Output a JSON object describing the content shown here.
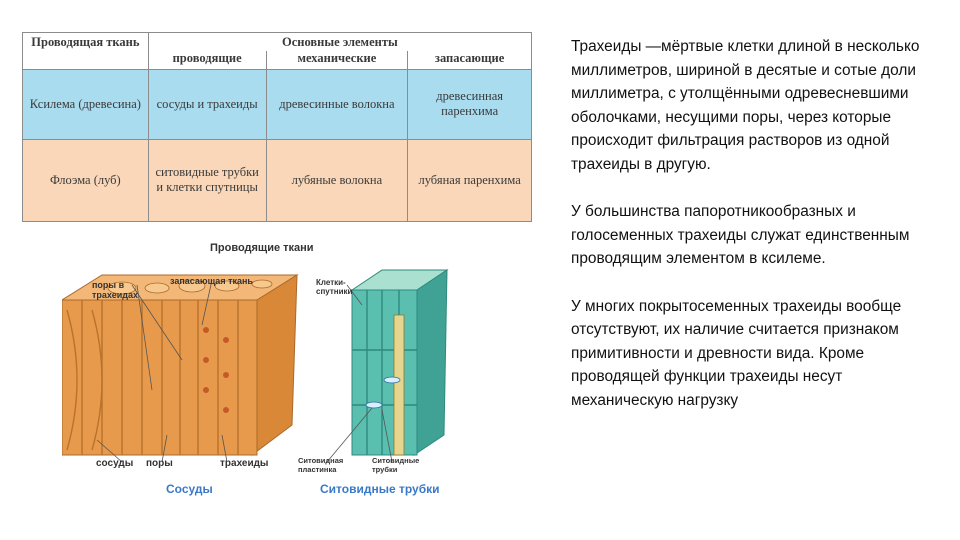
{
  "table": {
    "header": {
      "tissue": "Проводящая ткань",
      "group": "Основные элементы",
      "cols": [
        "проводящие",
        "механические",
        "запасающие"
      ]
    },
    "rows": [
      {
        "tissue": "Ксилема (древесина)",
        "conducting": "сосуды и трахеиды",
        "mechanical": "древесинные волокна",
        "storage": "древесинная паренхима"
      },
      {
        "tissue": "Флоэма (луб)",
        "conducting": "ситовидные трубки и клетки спутницы",
        "mechanical": "лубяные волокна",
        "storage": "лубяная паренхима"
      }
    ]
  },
  "figure": {
    "title": "Проводящие ткани",
    "labels": {
      "pores_tracheids": "поры в трахеидах",
      "storage_tissue": "запасающая ткань",
      "companion_cells": "Клетки-спутники",
      "vessels": "сосуды",
      "pores": "поры",
      "tracheids": "трахеиды",
      "sieve_plate": "Ситовидная пластинка",
      "sieve_tubes": "Ситовидные трубки"
    },
    "captions": {
      "left": "Сосуды",
      "right": "Ситовидные трубки"
    },
    "colors": {
      "xylem": "#e89a4c",
      "phloem": "#5bbfb0",
      "caption": "#3a79c8"
    }
  },
  "text": {
    "p1_term": "Трахеиды",
    "p1_rest": " —мёртвые клетки длиной в несколько миллиметров, шириной в десятые и сотые доли миллиметра, с утолщёнными одревесневшими оболочками, несущими поры, через которые происходит фильтрация растворов из одной трахеиды в другую.",
    "p2": "У большинства папоротникообразных и голосеменных трахеиды служат единственным проводящим элементом в ксилеме.",
    "p3": "У многих покрытосеменных трахеиды вообще отсутствуют, их наличие считается признаком примитивности и древности вида. Кроме проводящей функции трахеиды несут механическую нагрузку"
  }
}
